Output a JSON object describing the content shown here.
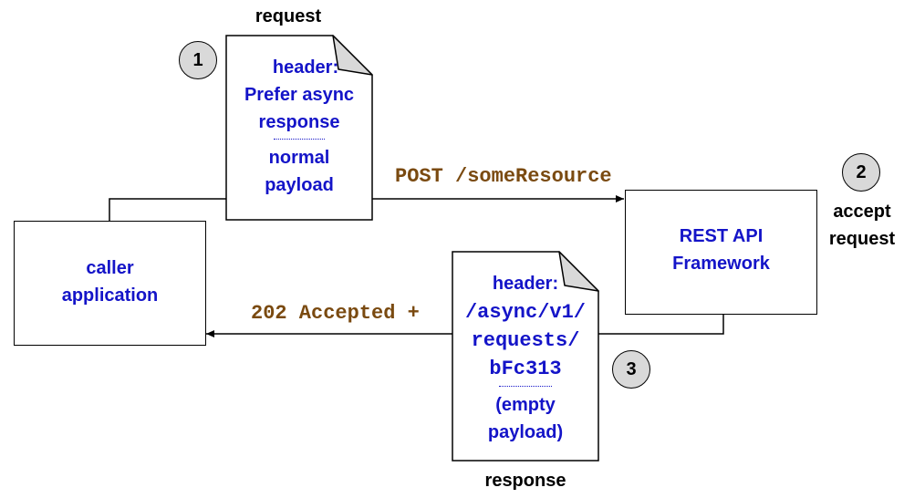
{
  "caller": {
    "line1": "caller",
    "line2": "application"
  },
  "framework": {
    "line1": "REST API",
    "line2": "Framework"
  },
  "request_doc": {
    "caption": "request",
    "header_label": "header:",
    "header_line1": "Prefer async",
    "header_line2": "response",
    "payload_line1": "normal",
    "payload_line2": "payload"
  },
  "response_doc": {
    "caption": "response",
    "header_label": "header:",
    "path_line1": "/async/v1/",
    "path_line2": "requests/",
    "path_line3": "bFc313",
    "payload_line1": "(empty",
    "payload_line2": "payload)"
  },
  "arrows": {
    "post": "POST /someResource",
    "accepted": "202 Accepted +"
  },
  "steps": {
    "one": "1",
    "two": "2",
    "three": "3"
  },
  "step2_caption": {
    "line1": "accept",
    "line2": "request"
  },
  "colors": {
    "text_blue": "#1414c8",
    "mono_brown": "#7a4a10",
    "step_fill": "#d9d9d9"
  }
}
